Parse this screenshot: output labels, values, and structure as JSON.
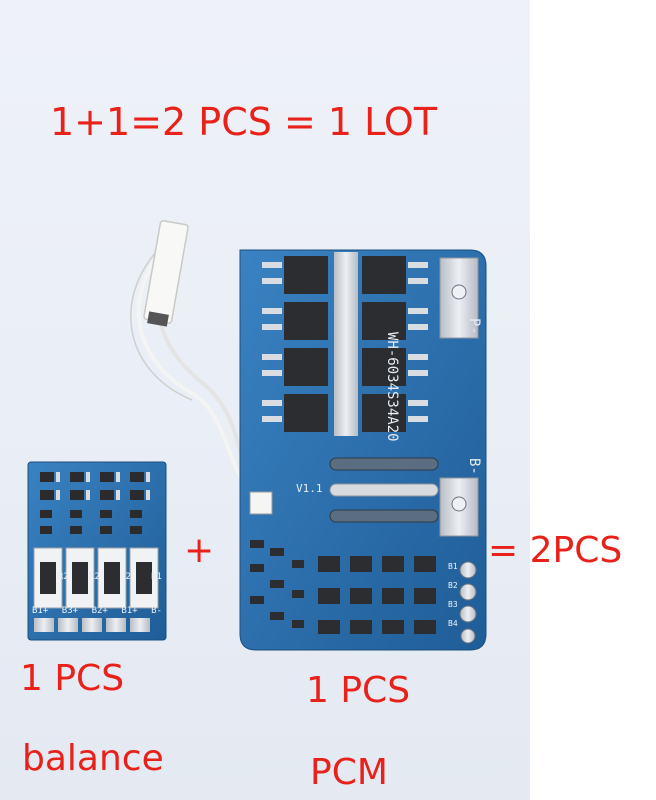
{
  "labels": {
    "headline": "1+1=2 PCS = 1 LOT",
    "plus": "+",
    "result": "= 2PCS",
    "left_count": "1 PCS",
    "left_name": "balance",
    "right_count": "1 PCS",
    "right_name": "PCM"
  },
  "balance_board": {
    "pad_labels": [
      "B1+",
      "B3+",
      "B2+",
      "B1+",
      "B-"
    ],
    "resistor_labels": [
      "R2",
      "R2",
      "R2",
      "R1"
    ]
  },
  "pcm_board": {
    "silkscreen_model": "WH-6034S34A20",
    "version": "V1.1",
    "terminal_p": "P-",
    "terminal_b": "B-",
    "side_pads": [
      "B1",
      "B2",
      "B3",
      "B4"
    ]
  },
  "colors": {
    "text_red": "#e8211b",
    "pcb_blue": "#2a6fae",
    "pcb_blue_dark": "#1f5d97",
    "silver_pad": "#d9dde2",
    "mosfet_black": "#2c2d30"
  }
}
